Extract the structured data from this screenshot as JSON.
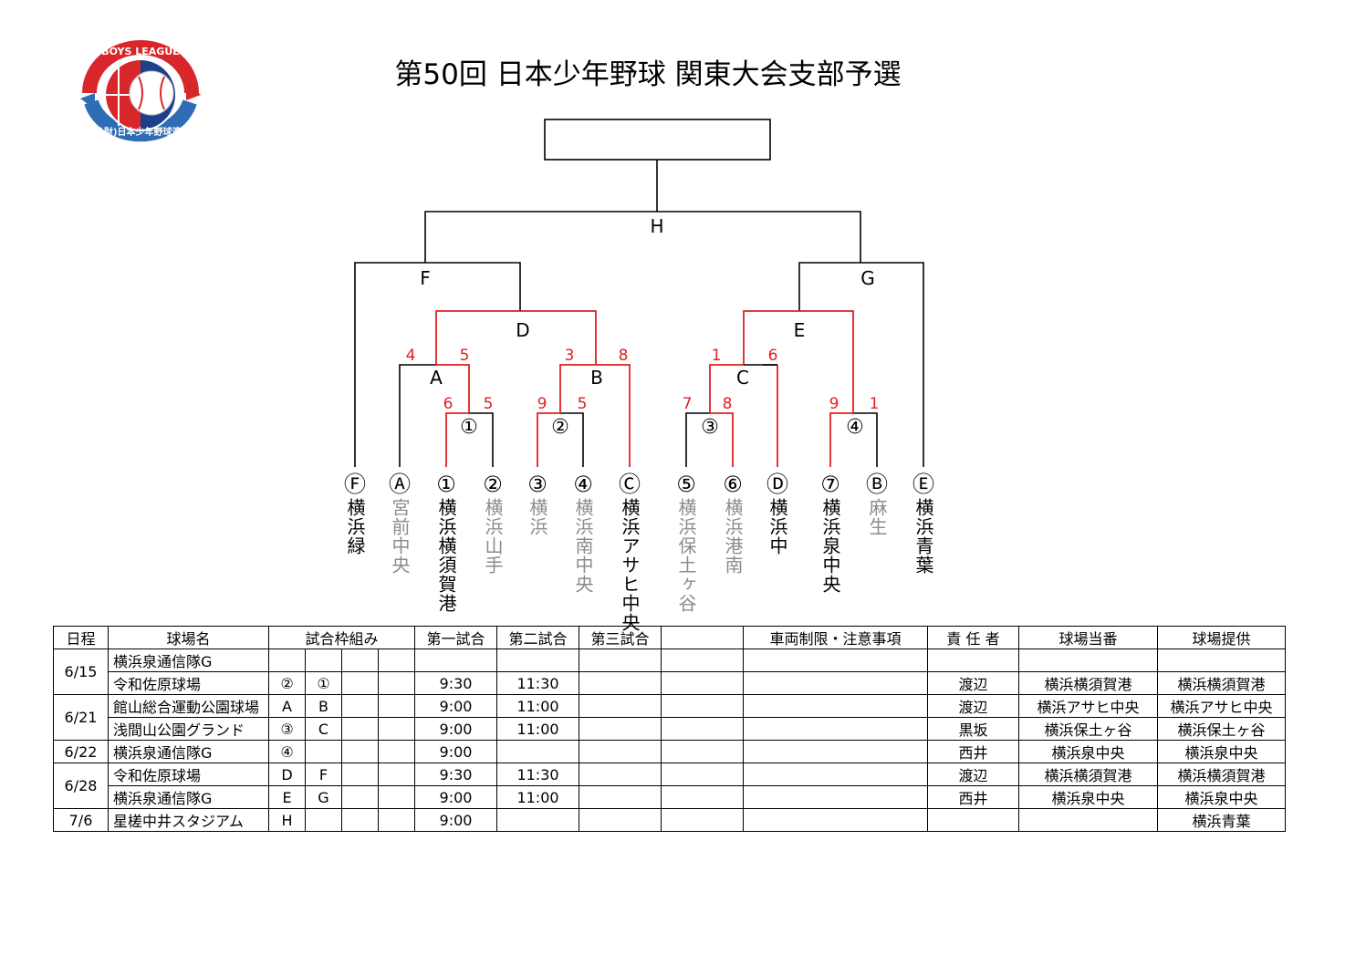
{
  "title": "第50回 日本少年野球 関東大会支部予選",
  "logo": {
    "arc_text": "BOYS LEAGUE",
    "bottom_text": "(公財)日本少年野球連盟",
    "colors": [
      "#d8262b",
      "#2e6db4",
      "#1e3f8a"
    ]
  },
  "bracket": {
    "top_box": "",
    "labels": {
      "H": "H",
      "F": "F",
      "G": "G",
      "D": "D",
      "E": "E",
      "A": "A",
      "B": "B",
      "C": "C"
    },
    "game_marks": [
      "①",
      "②",
      "③",
      "④"
    ],
    "scores": {
      "d_left": "4",
      "d_right": "5",
      "d_left2": "3",
      "d_right2": "8",
      "e_left": "1",
      "e_right": "6",
      "g1_left": "6",
      "g1_right": "5",
      "g2_left": "9",
      "g2_right": "5",
      "g3_left": "7",
      "g3_right": "8",
      "g4_left": "9",
      "g4_right": "1"
    },
    "teams": [
      {
        "seed": "Ⓕ",
        "name": "横浜緑",
        "won": true
      },
      {
        "seed": "Ⓐ",
        "name": "宮前中央",
        "won": false
      },
      {
        "seed": "①",
        "name": "横浜横須賀港",
        "won": true
      },
      {
        "seed": "②",
        "name": "横浜山手",
        "won": false
      },
      {
        "seed": "③",
        "name": "横浜",
        "won": false
      },
      {
        "seed": "④",
        "name": "横浜南中央",
        "won": false
      },
      {
        "seed": "Ⓒ",
        "name": "横浜アサヒ中央",
        "won": true
      },
      {
        "seed": "⑤",
        "name": "横浜保土ヶ谷",
        "won": false
      },
      {
        "seed": "⑥",
        "name": "横浜港南",
        "won": false
      },
      {
        "seed": "Ⓓ",
        "name": "横浜中",
        "won": true
      },
      {
        "seed": "⑦",
        "name": "横浜泉中央",
        "won": true
      },
      {
        "seed": "Ⓑ",
        "name": "麻生",
        "won": false
      },
      {
        "seed": "Ⓔ",
        "name": "横浜青葉",
        "won": true
      }
    ],
    "colors": {
      "win_line": "#e02020",
      "line": "#000000",
      "loser_text": "#8c8c8c"
    }
  },
  "schedule": {
    "headers": [
      "日程",
      "球場名",
      "試合枠組み",
      "第一試合",
      "第二試合",
      "第三試合",
      "",
      "車両制限・注意事項",
      "責 任 者",
      "球場当番",
      "球場提供"
    ],
    "groups": [
      {
        "date": "6/15",
        "rows": [
          {
            "venue": "横浜泉通信隊G",
            "slots": [
              "",
              "",
              "",
              ""
            ],
            "g1": "",
            "g2": "",
            "g3": "",
            "extra": "",
            "notes": "",
            "manager": "",
            "duty": "",
            "provider": ""
          },
          {
            "venue": "令和佐原球場",
            "slots": [
              "②",
              "①",
              "",
              ""
            ],
            "g1": "9:30",
            "g2": "11:30",
            "g3": "",
            "extra": "",
            "notes": "",
            "manager": "渡辺",
            "duty": "横浜横須賀港",
            "provider": "横浜横須賀港"
          }
        ]
      },
      {
        "date": "6/21",
        "rows": [
          {
            "venue": "館山総合運動公園球場",
            "slots": [
              "A",
              "B",
              "",
              ""
            ],
            "g1": "9:00",
            "g2": "11:00",
            "g3": "",
            "extra": "",
            "notes": "",
            "manager": "渡辺",
            "duty": "横浜アサヒ中央",
            "provider": "横浜アサヒ中央"
          },
          {
            "venue": "浅間山公園グランド",
            "slots": [
              "③",
              "C",
              "",
              ""
            ],
            "g1": "9:00",
            "g2": "11:00",
            "g3": "",
            "extra": "",
            "notes": "",
            "manager": "黒坂",
            "duty": "横浜保土ヶ谷",
            "provider": "横浜保土ヶ谷"
          }
        ]
      },
      {
        "date": "6/22",
        "rows": [
          {
            "venue": "横浜泉通信隊G",
            "slots": [
              "④",
              "",
              "",
              ""
            ],
            "g1": "9:00",
            "g2": "",
            "g3": "",
            "extra": "",
            "notes": "",
            "manager": "西井",
            "duty": "横浜泉中央",
            "provider": "横浜泉中央"
          }
        ]
      },
      {
        "date": "6/28",
        "rows": [
          {
            "venue": "令和佐原球場",
            "slots": [
              "D",
              "F",
              "",
              ""
            ],
            "g1": "9:30",
            "g2": "11:30",
            "g3": "",
            "extra": "",
            "notes": "",
            "manager": "渡辺",
            "duty": "横浜横須賀港",
            "provider": "横浜横須賀港"
          },
          {
            "venue": "横浜泉通信隊G",
            "slots": [
              "E",
              "G",
              "",
              ""
            ],
            "g1": "9:00",
            "g2": "11:00",
            "g3": "",
            "extra": "",
            "notes": "",
            "manager": "西井",
            "duty": "横浜泉中央",
            "provider": "横浜泉中央"
          }
        ]
      },
      {
        "date": "7/6",
        "rows": [
          {
            "venue": "星槎中井スタジアム",
            "slots": [
              "H",
              "",
              "",
              ""
            ],
            "g1": "9:00",
            "g2": "",
            "g3": "",
            "extra": "",
            "notes": "",
            "manager": "",
            "duty": "",
            "provider": "横浜青葉"
          }
        ]
      }
    ]
  }
}
